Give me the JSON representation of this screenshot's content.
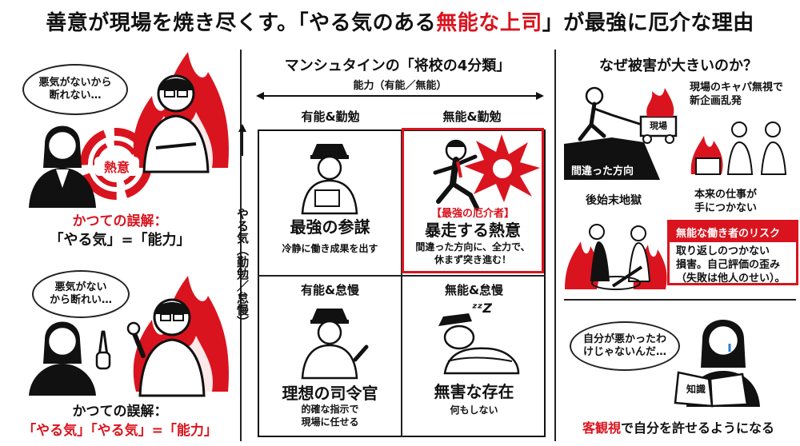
{
  "title": {
    "part1": "善意が現場を焼き尽くす。「やる気のある",
    "highlight": "無能な上司",
    "part2": "」が最強に厄介な理由"
  },
  "left": {
    "top": {
      "bubble": "悪気がないから\n断れない…",
      "heat_label": "熱意",
      "caption_red": "かつての誤解：",
      "caption_black": "「やる気」=「能力」"
    },
    "bottom": {
      "bubble": "悪気がない\nから断れい…",
      "caption_black": "かつての誤解：",
      "caption_red": "「やる気」「やる気」=「能力」"
    }
  },
  "middle": {
    "heading": "マンシュタインの「将校の4分類」",
    "x_axis": "能力（有能／無能）",
    "y_axis": "やる気（勤勉／怠慢）",
    "quadrants": [
      {
        "header": "有能&勤勉",
        "title": "最強の参謀",
        "desc": "冷静に働き成果を出す"
      },
      {
        "header": "無能&勤勉",
        "tag": "【最強の厄介者】",
        "title": "暴走する熱意",
        "desc": "間違った方向に、全力で、\n休まず突き進む！"
      },
      {
        "header": "有能&怠慢",
        "title": "理想の司令官",
        "desc": "的確な指示で\n現場に任せる"
      },
      {
        "header": "無能&怠慢",
        "title": "無害な存在",
        "desc": "何もしない"
      }
    ]
  },
  "right": {
    "heading": "なぜ被害が大きいのか？",
    "cart_label": "現場",
    "wrong_direction": "間違った方向",
    "new_project": "現場のキャパ無視で\n新企画乱発",
    "aftermath": "後始末地獄",
    "hands_busy": "本来の仕事が\n手につかない",
    "risk_title": "無能な働き者のリスク",
    "risk_body": "取り返しのつかない\n損害。自己評価の歪み\n（失敗は他人のせい）。",
    "bubble": "自分が悪かったわ\nけじゃないんだ…",
    "book_label": "知識",
    "conclusion_red": "客観視",
    "conclusion_rest": "で自分を許せるようになる"
  },
  "colors": {
    "accent": "#d9141e",
    "ink": "#111111"
  }
}
